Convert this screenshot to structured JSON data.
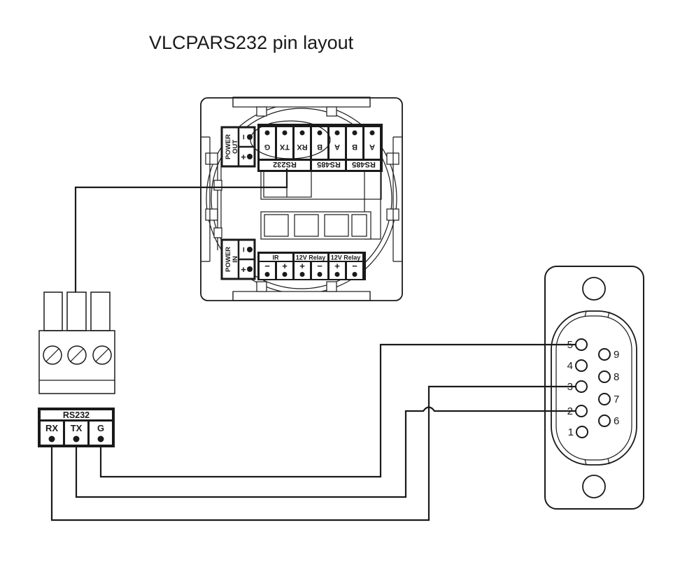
{
  "title": "VLCPARS232 pin layout",
  "colors": {
    "line": "#1a1a1a",
    "background": "#ffffff"
  },
  "wall_device": {
    "power_out": {
      "word1": "POWER",
      "word2": "OUT",
      "minus": "−",
      "plus": "+"
    },
    "power_in": {
      "word1": "POWER",
      "word2": "IN",
      "minus": "−",
      "plus": "+"
    },
    "top_strip": {
      "pins": [
        "G",
        "TX",
        "RX",
        "B",
        "A",
        "B",
        "A"
      ],
      "groups": [
        "RS232",
        "RS485",
        "RS485"
      ]
    },
    "bottom_strip": {
      "groups": [
        "IR",
        "12V Relay",
        "12V Relay"
      ],
      "pins": [
        "−",
        "+",
        "+",
        "−",
        "+",
        "−"
      ]
    }
  },
  "breakout": {
    "rs232_block": {
      "label": "RS232",
      "pins": [
        "RX",
        "TX",
        "G"
      ]
    }
  },
  "db9": {
    "left_pins": [
      "5",
      "4",
      "3",
      "2",
      "1"
    ],
    "right_pins": [
      "9",
      "8",
      "7",
      "6"
    ]
  },
  "connections": [
    {
      "from": "device-rs232-tx-terminal",
      "to": "screw-terminal-middle-pin"
    },
    {
      "from": "breakout-pin-g",
      "to": "db9-pin-5"
    },
    {
      "from": "breakout-pin-tx",
      "to": "db9-pin-2"
    },
    {
      "from": "breakout-pin-rx",
      "to": "db9-pin-3"
    }
  ]
}
